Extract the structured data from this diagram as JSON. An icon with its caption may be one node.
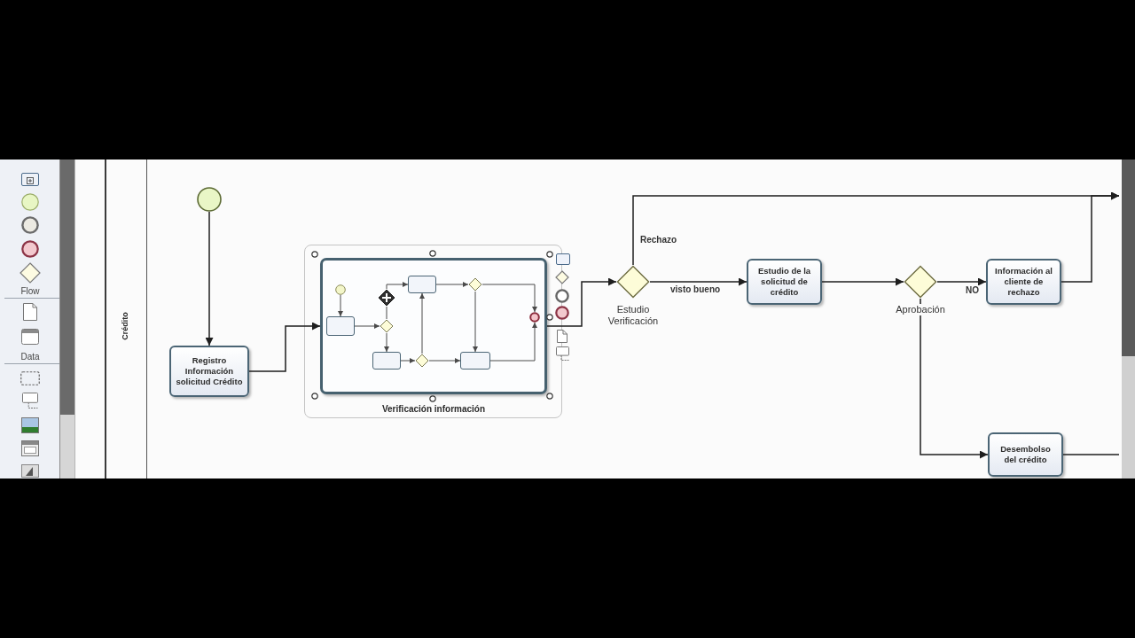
{
  "diagram": {
    "nodes": [
      {
        "text": [
          "Crédito"
        ]
      },
      {
        "text": [],
        "shape": "circle",
        "in": 0
      },
      {
        "text": [
          "Registro Información solicitud Crédito"
        ],
        "in": 0
      },
      {
        "text": [
          "Verificación información"
        ],
        "in": 0
      },
      {
        "text": [],
        "shape": "circle",
        "in": 3
      },
      {
        "text": [],
        "shape": "box",
        "in": 3
      },
      {
        "text": [],
        "shape": "diamond",
        "in": 3
      },
      {
        "text": [],
        "shape": "diamond",
        "in": 3
      },
      {
        "text": [],
        "shape": "box",
        "in": 3
      },
      {
        "text": [],
        "shape": "box",
        "in": 3
      },
      {
        "text": [],
        "shape": "diamond",
        "in": 3
      },
      {
        "text": [],
        "shape": "diamond",
        "in": 3
      },
      {
        "text": [],
        "shape": "box",
        "in": 3
      },
      {
        "text": [],
        "shape": "circle",
        "in": 3
      },
      {
        "text": [],
        "shape": "diamond",
        "in": 0,
        "beside": [
          "Estudio Verificación"
        ]
      },
      {
        "text": [
          "Estudio de la solicitud de crédito"
        ],
        "in": 0
      },
      {
        "text": [],
        "shape": "diamond",
        "in": 0,
        "beside": [
          "Aprobación"
        ]
      },
      {
        "text": [
          "Información al cliente de rechazo"
        ],
        "in": 0
      },
      {
        "text": [
          "Desembolso del crédito"
        ],
        "in": 0
      }
    ],
    "edges": [
      {
        "from": 1,
        "to": 2,
        "arrow": "to"
      },
      {
        "from": 2,
        "to": 3,
        "arrow": "to"
      },
      {
        "from": 4,
        "to": 5,
        "arrow": "to"
      },
      {
        "from": 5,
        "to": 7,
        "arrow": "to"
      },
      {
        "from": 7,
        "to": 6,
        "arrow": "none"
      },
      {
        "from": 6,
        "to": 8,
        "arrow": "to"
      },
      {
        "from": 7,
        "to": 9,
        "arrow": "to"
      },
      {
        "from": 9,
        "to": 10,
        "arrow": "to"
      },
      {
        "from": 10,
        "to": 8,
        "arrow": "to"
      },
      {
        "from": 10,
        "to": 12,
        "arrow": "to"
      },
      {
        "from": 8,
        "to": 11,
        "arrow": "to"
      },
      {
        "from": 11,
        "to": 12,
        "arrow": "to"
      },
      {
        "from": 11,
        "to": 13,
        "arrow": "to"
      },
      {
        "from": 12,
        "to": 13,
        "arrow": "to"
      },
      {
        "from": 3,
        "to": 14,
        "arrow": "to"
      },
      {
        "from": 14,
        "to": 15,
        "arrow": "to",
        "label": "visto bueno"
      },
      {
        "from": 14,
        "to": null,
        "arrow": "to",
        "label": "Rechazo"
      },
      {
        "from": 15,
        "to": 16,
        "arrow": "to"
      },
      {
        "from": 16,
        "to": 17,
        "arrow": "to",
        "label": "NO"
      },
      {
        "from": 16,
        "to": 18,
        "arrow": "to"
      },
      {
        "from": 17,
        "to": null,
        "arrow": "to"
      },
      {
        "from": 18,
        "to": null,
        "arrow": "none"
      }
    ],
    "labels": [
      "Flow",
      "Data"
    ]
  }
}
